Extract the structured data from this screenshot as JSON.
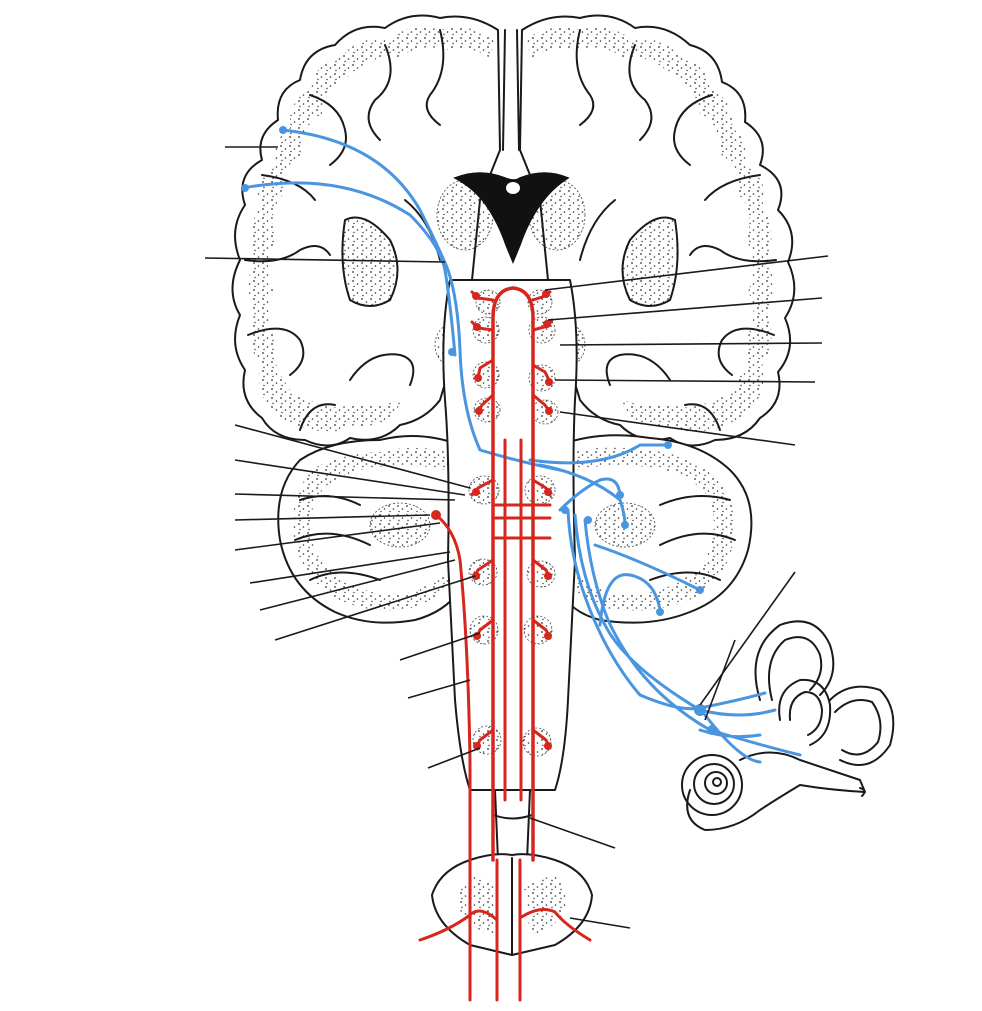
{
  "figure": {
    "colors": {
      "upper_motor_pathway": "#d7261e",
      "vestibular_pathway": "#4a95e0",
      "outline": "#1a1a1a"
    },
    "structures": [
      "cerebrum-coronal-section",
      "lateral-ventricle",
      "cerebellum",
      "brainstem",
      "spinal-cord",
      "inner-ear-labyrinth",
      "cochlea"
    ],
    "left_leader_count": 14,
    "right_leader_count": 10,
    "label_text": []
  }
}
